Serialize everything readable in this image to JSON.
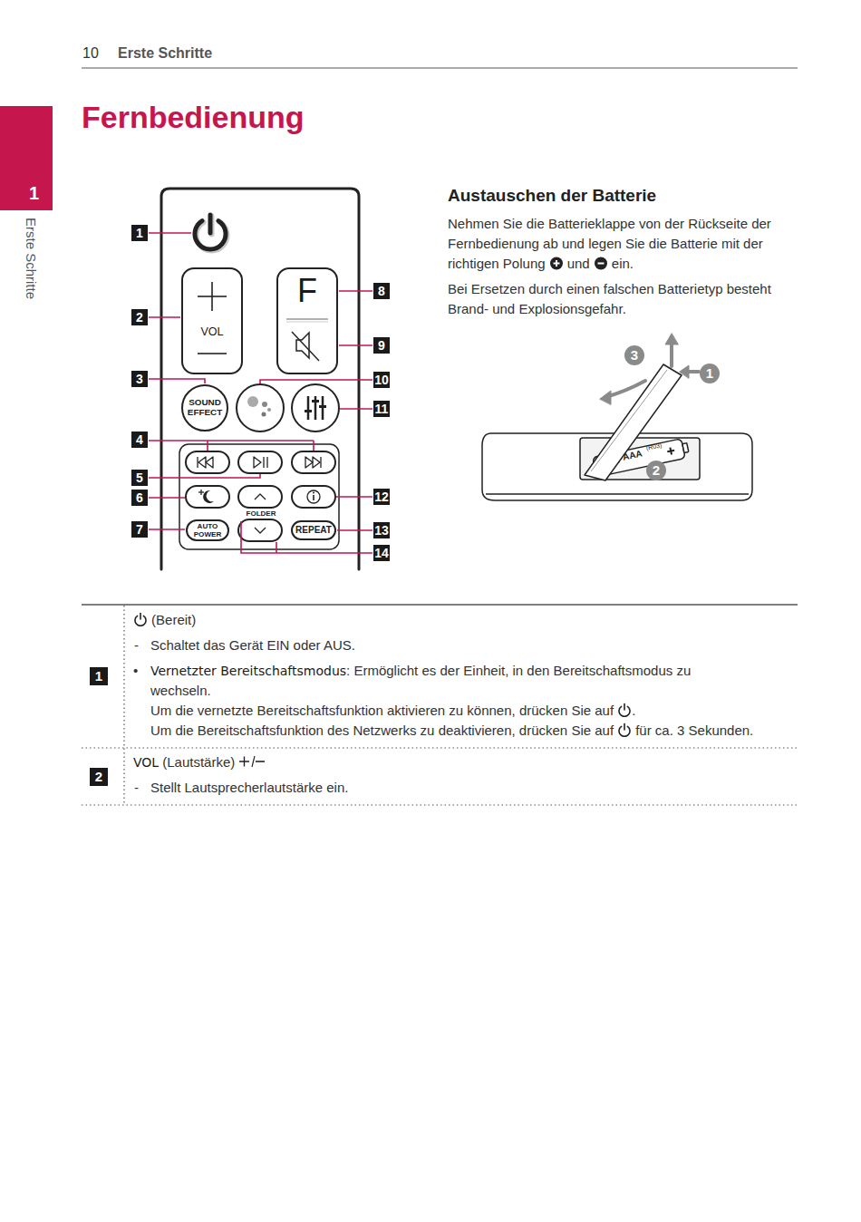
{
  "diagram": {
    "title": "Fernbedienung",
    "nodes": [
      {
        "text": [
          "VOL"
        ]
      },
      {
        "text": [
          "F"
        ]
      },
      {
        "text": [
          "SOUND EFFECT"
        ]
      },
      {
        "text": [
          "AUTO POWER"
        ]
      },
      {
        "text": [
          "REPEAT"
        ]
      }
    ],
    "labels": [
      "10",
      "Erste Schritte",
      "1",
      "Erste Schritte",
      "1",
      "2",
      "3",
      "4",
      "5",
      "6",
      "7",
      "8",
      "9",
      "10",
      "11",
      "12",
      "13",
      "14",
      "FOLDER",
      "Austauschen der Batterie",
      "Nehmen Sie die Batterieklappe von der Rückseite der Fernbedienung ab und legen Sie die Batterie mit der richtigen Polung",
      "und",
      "ein.",
      "Bei Ersetzen durch einen falschen Batterietyp besteht Brand- und Explosionsgefahr.",
      "3",
      "1",
      "AAA",
      "(R03)",
      "2",
      "1",
      "(Bereit)",
      "-",
      "Schaltet das Gerät EIN oder AUS.",
      "•",
      "Vernetzter Bereitschaftsmodus",
      ": Ermöglicht es der Einheit, in den Bereitschaftsmodus zu wechseln.",
      "Um die vernetzte Bereitschaftsfunktion aktivieren zu können, drücken Sie auf",
      ".",
      "Um die Bereitschaftsfunktion des Netzwerks zu deaktivieren, drücken Sie auf",
      "für ca. 3 Sekunden.",
      "2",
      "VOL",
      "(Lautstärke)",
      "-",
      "Stellt Lautsprecherlautstärke ein."
    ]
  }
}
